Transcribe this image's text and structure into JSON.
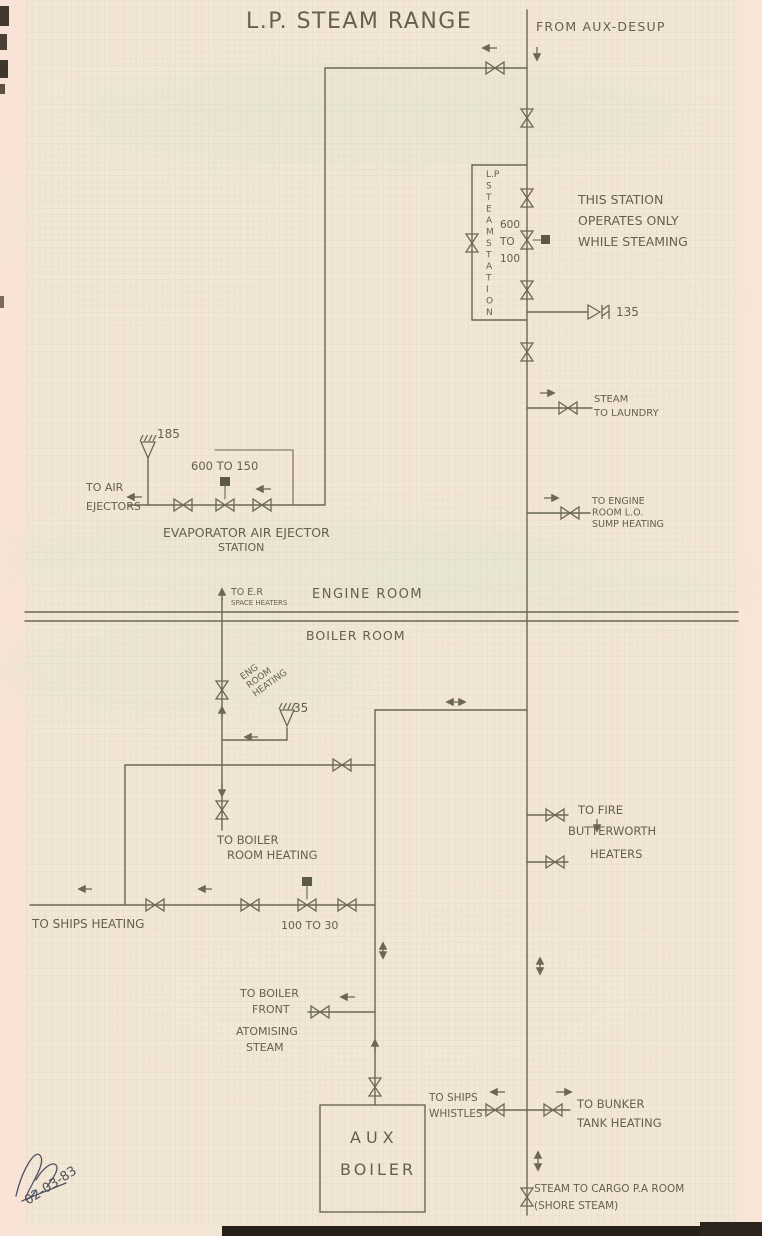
{
  "colors": {
    "ink": "#6b6754",
    "paper": "#f4e6d4",
    "grid": "#c5d4bd",
    "signature_ink": "#4d5160"
  },
  "labels": {
    "title": "L.P. STEAM RANGE",
    "from_aux_desup": "FROM AUX-DESUP",
    "station_vertical": [
      "L.P",
      "S",
      "T",
      "E",
      "A",
      "M",
      "S",
      "T",
      "A",
      "T",
      "I",
      "O",
      "N"
    ],
    "rating_600_100": [
      "600",
      "TO",
      "100"
    ],
    "station_note": [
      "THIS STATION",
      "OPERATES ONLY",
      "WHILE STEAMING"
    ],
    "relief_135": "135",
    "laundry": [
      "STEAM",
      "TO LAUNDRY"
    ],
    "sump": [
      "TO ENGINE",
      "ROOM L.O.",
      "SUMP HEATING"
    ],
    "relief_185": "185",
    "rating_600_150": "600 TO 150",
    "to_air": [
      "TO AIR",
      "EJECTORS"
    ],
    "evap": [
      "EVAPORATOR AIR EJECTOR",
      "STATION"
    ],
    "to_er": [
      "TO E.R",
      "SPACE HEATERS"
    ],
    "engine_room": "ENGINE ROOM",
    "boiler_room": "BOILER ROOM",
    "eng_room_heating": [
      "ENG",
      "ROOM",
      "HEATING"
    ],
    "relief_35": "35",
    "boiler_heating": [
      "TO BOILER",
      "ROOM HEATING"
    ],
    "ships_heating": "TO SHIPS HEATING",
    "rating_100_30": "100 TO 30",
    "fire": [
      "TO FIRE",
      "BUTTERWORTH",
      "HEATERS"
    ],
    "atomising": [
      "TO BOILER",
      "FRONT",
      "ATOMISING",
      "STEAM"
    ],
    "aux_boiler": [
      "AUX",
      "BOILER"
    ],
    "whistles": [
      "TO SHIPS",
      "WHISTLES"
    ],
    "bunker": [
      "TO BUNKER",
      "TANK HEATING"
    ],
    "shore": [
      "STEAM TO CARGO P.A ROOM",
      "(SHORE STEAM)"
    ],
    "date": "02-03-83"
  }
}
